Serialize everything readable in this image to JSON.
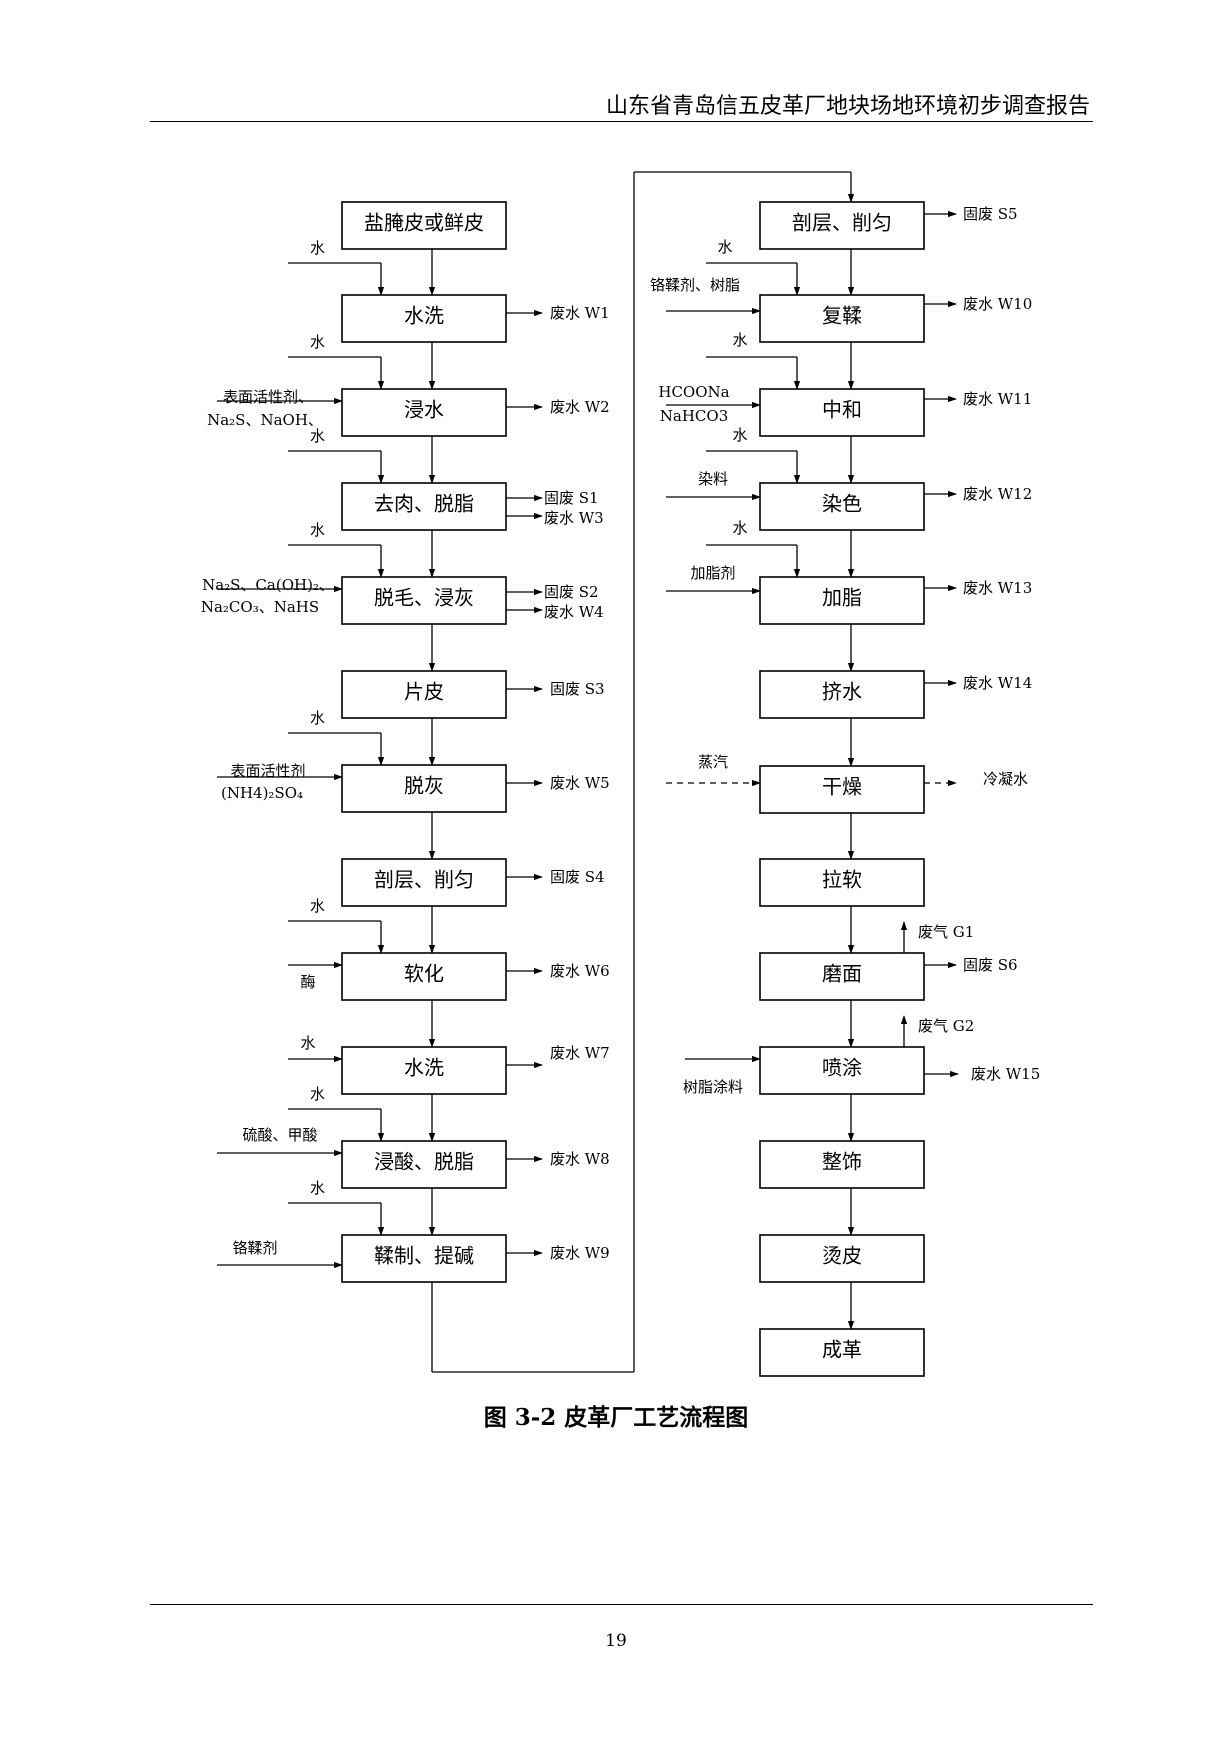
{
  "header": {
    "title": "山东省青岛信五皮革厂地块场地环境初步调查报告"
  },
  "figure": {
    "caption": "图 3-2  皮革厂工艺流程图"
  },
  "footer": {
    "page_number": "19"
  },
  "left_column": {
    "steps": [
      "盐腌皮或鲜皮",
      "水洗",
      "浸水",
      "去肉、脱脂",
      "脱毛、浸灰",
      "片皮",
      "脱灰",
      "剖层、削匀",
      "软化",
      "水洗",
      "浸酸、脱脂",
      "鞣制、提碱"
    ],
    "inputs": {
      "water": "水",
      "浸水": [
        "表面活性剂、",
        "Na₂S、NaOH、"
      ],
      "脱毛": [
        "Na₂S、Ca(OH)₂、",
        "Na₂CO₃、NaHS"
      ],
      "脱灰": [
        "表面活性剂",
        "(NH4)₂SO₄"
      ],
      "软化": "酶",
      "浸酸": "硫酸、甲酸",
      "鞣制": "铬鞣剂"
    },
    "outputs": {
      "水洗": "废水 W1",
      "浸水": "废水 W2",
      "去肉": [
        "固废 S1",
        "废水 W3"
      ],
      "脱毛": [
        "固废 S2",
        "废水 W4"
      ],
      "片皮": "固废 S3",
      "脱灰": "废水 W5",
      "剖层": "固废 S4",
      "软化": "废水 W6",
      "水洗2": "废水 W7",
      "浸酸": "废水 W8",
      "鞣制": "废水 W9"
    }
  },
  "right_column": {
    "steps": [
      "剖层、削匀",
      "复鞣",
      "中和",
      "染色",
      "加脂",
      "挤水",
      "干燥",
      "拉软",
      "磨面",
      "喷涂",
      "整饰",
      "烫皮",
      "成革"
    ],
    "inputs": {
      "water": "水",
      "复鞣": "铬鞣剂、树脂",
      "中和": [
        "HCOONa",
        "NaHCO3"
      ],
      "染色": "染料",
      "加脂": "加脂剂",
      "干燥": "蒸汽",
      "喷涂": "树脂涂料"
    },
    "outputs": {
      "剖层": "固废 S5",
      "复鞣": "废水 W10",
      "中和": "废水 W11",
      "染色": "废水 W12",
      "加脂": "废水 W13",
      "挤水": "废水 W14",
      "干燥": "冷凝水",
      "磨面": [
        "废气 G1",
        "固废 S6"
      ],
      "喷涂": [
        "废气 G2",
        "废水 W15"
      ]
    }
  }
}
